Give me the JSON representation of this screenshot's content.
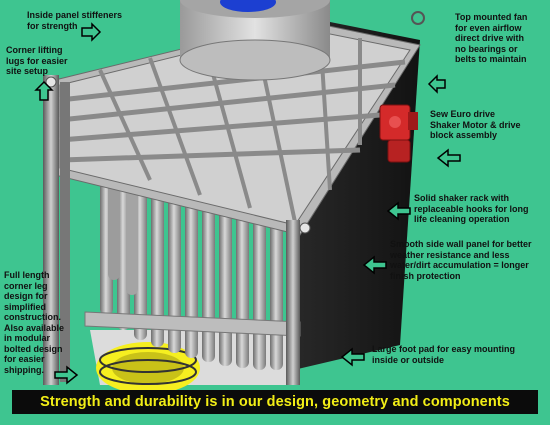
{
  "labels": {
    "stiffeners": "Inside panel stiffeners\nfor strength",
    "lifting_lugs": "Corner lifting\nlugs for easier\nsite setup",
    "fan": "Top mounted fan\nfor even airflow\ndirect drive with\nno bearings or\nbelts to maintain",
    "drive": "Sew Euro drive\nShaker Motor & drive\nblock assembly",
    "shaker_rack": "Solid shaker rack with\nreplaceable hooks for long\nlife cleaning operation",
    "side_wall": "Smooth side wall panel for better\nweather resistance and less\nwater/dirt accumulation = longer\nfinish protection",
    "corner_leg": "Full length\ncorner leg\ndesign for\nsimplified\nconstruction.\nAlso available\nin modular\nbolted design\nfor easier\nshipping.",
    "foot_pad": "Large foot pad for easy mounting\ninside or outside"
  },
  "banner": "Strength and durability is in our design, geometry and components",
  "colors": {
    "background": "#3ec590",
    "banner_bg": "#0b0b0b",
    "banner_text": "#f2ee16",
    "drive_red": "#d42a2a",
    "frame_grey": "#a9a9a9",
    "panel_dark": "#1c1c1c"
  }
}
